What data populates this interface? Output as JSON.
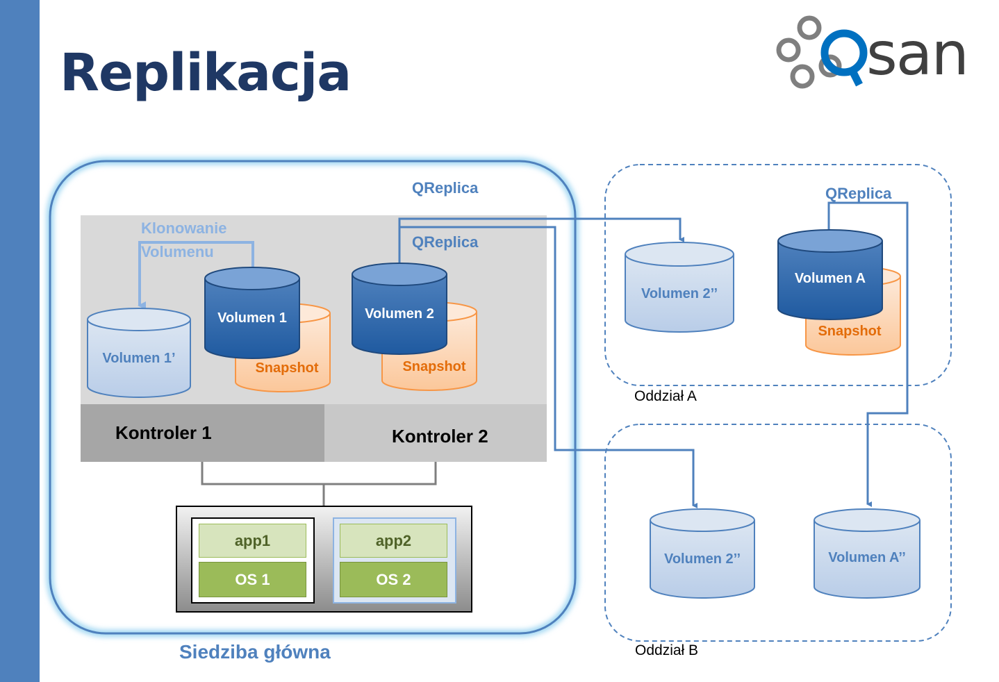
{
  "title": "Replikacja",
  "logo": {
    "text": "san",
    "q_letter": "Q",
    "icon": "qsan-logo"
  },
  "hq": {
    "label": "Siedziba główna",
    "clone_label_line1": "Klonowanie",
    "clone_label_line2": "Volumenu",
    "qreplica_top": "QReplica",
    "qreplica_inner": "QReplica",
    "volume1_clone": "Volumen 1’",
    "volume1": "Volumen 1",
    "volume2": "Volumen 2",
    "snapshot1": "Snapshot",
    "snapshot2": "Snapshot",
    "controller1": "Kontroler 1",
    "controller2": "Kontroler 2",
    "server": {
      "vm1": {
        "app": "app1",
        "os": "OS 1"
      },
      "vm2": {
        "app": "app2",
        "os": "OS 2"
      }
    }
  },
  "branch_a": {
    "label": "Oddział A",
    "qreplica": "QReplica",
    "volume2_replica": "Volumen 2’’",
    "volumeA": "Volumen A",
    "snapshot": "Snapshot"
  },
  "branch_b": {
    "label": "Oddział B",
    "volume2_replica": "Volumen 2’’",
    "volumeA_replica": "Volumen A’’"
  },
  "colors": {
    "sidebar": "#4f81bd",
    "title": "#1f3864",
    "volume_dark": "#2e6db4",
    "volume_light": "#c6d9f1",
    "snapshot": "#fbd5b5",
    "snapshot_text": "#e36c09",
    "os_green": "#9bbb59",
    "app_green": "#d7e4bd"
  }
}
